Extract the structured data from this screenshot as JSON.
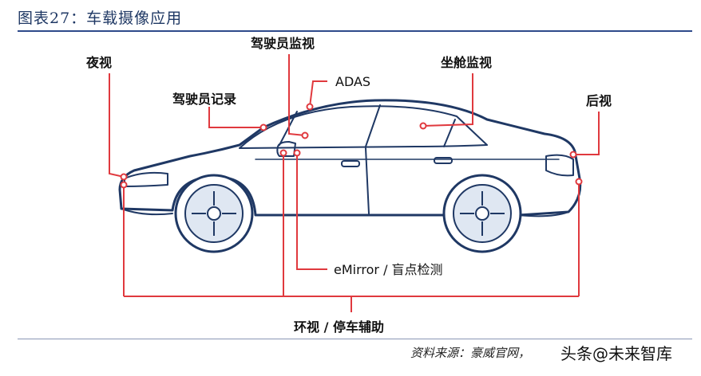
{
  "figure": {
    "title": "图表27：车载摄像应用",
    "source": "资料来源：豪威官网，",
    "watermark": "头条@未来智库"
  },
  "labels": {
    "night_vision": "夜视",
    "driver_monitor": "驾驶员监视",
    "adas": "ADAS",
    "cabin_monitor": "坐舱监视",
    "driver_record": "驾驶员记录",
    "rear_view": "后视",
    "emirror": "eMirror / 盲点检测",
    "surround": "环视 / 停车辅助"
  },
  "colors": {
    "callout_line": "#e0393e",
    "car_outline": "#1f3864",
    "car_fill": "#ffffff",
    "wheel_fill": "#dfe7f2",
    "title": "#1f3864"
  }
}
